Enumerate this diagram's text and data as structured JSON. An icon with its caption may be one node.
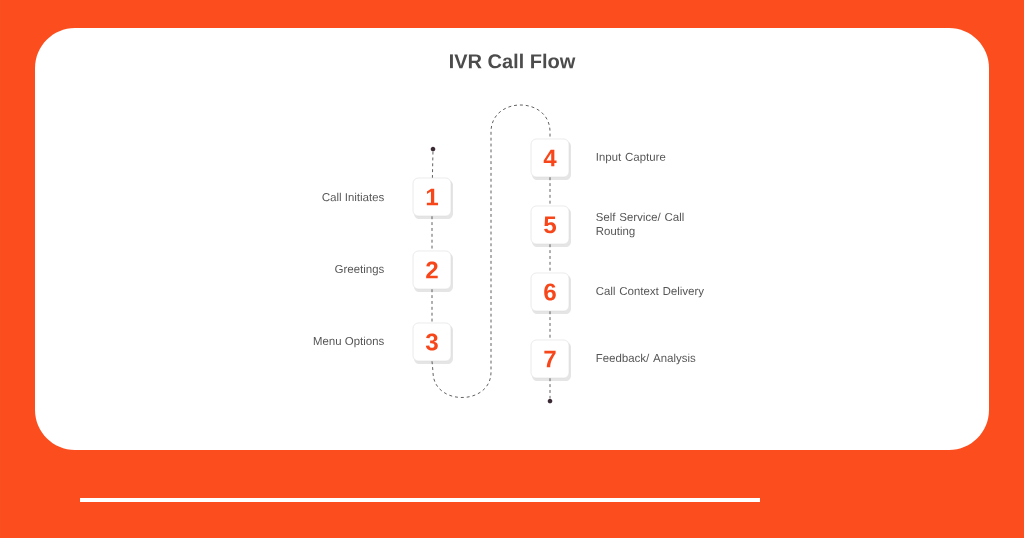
{
  "diagram": {
    "title": "IVR Call Flow",
    "nodes": [
      {
        "text": [],
        "shape": "circle"
      },
      {
        "text": [
          "1"
        ],
        "beside": [
          "Call Initiates"
        ]
      },
      {
        "text": [
          "2"
        ],
        "beside": [
          "Greetings"
        ]
      },
      {
        "text": [
          "3"
        ],
        "beside": [
          "Menu Options"
        ]
      },
      {
        "text": [
          "4"
        ],
        "beside": [
          "Input Capture"
        ]
      },
      {
        "text": [
          "5"
        ],
        "beside": [
          "Self Service/ Call Routing"
        ]
      },
      {
        "text": [
          "6"
        ],
        "beside": [
          "Call Context Delivery"
        ]
      },
      {
        "text": [
          "7"
        ],
        "beside": [
          "Feedback/ Analysis"
        ]
      },
      {
        "text": [],
        "shape": "circle"
      }
    ],
    "edges": [
      {
        "from": 0,
        "to": 1,
        "arrow": "none",
        "style": "dashed"
      },
      {
        "from": 1,
        "to": 2,
        "arrow": "none",
        "style": "dashed"
      },
      {
        "from": 2,
        "to": 3,
        "arrow": "none",
        "style": "dashed"
      },
      {
        "from": 3,
        "to": 4,
        "arrow": "none",
        "style": "dashed"
      },
      {
        "from": 4,
        "to": 5,
        "arrow": "none",
        "style": "dashed"
      },
      {
        "from": 5,
        "to": 6,
        "arrow": "none",
        "style": "dashed"
      },
      {
        "from": 6,
        "to": 7,
        "arrow": "none",
        "style": "dashed"
      },
      {
        "from": 7,
        "to": 8,
        "arrow": "none",
        "style": "dashed"
      }
    ]
  }
}
